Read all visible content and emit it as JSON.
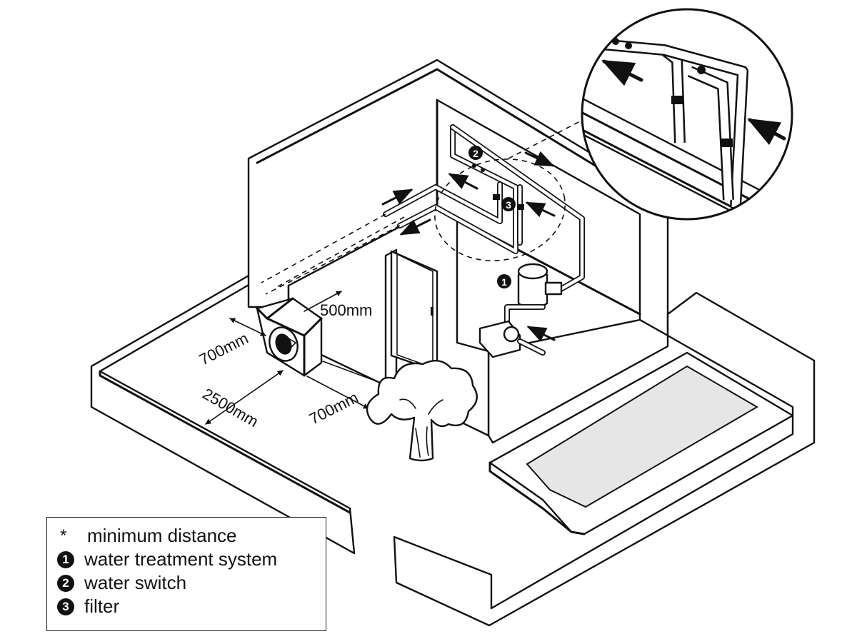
{
  "dimensions": {
    "front_clearance": "700mm",
    "top_clearance": "500mm",
    "side_clearance": "700mm",
    "wall_distance": "2500mm"
  },
  "markers": {
    "treatment": "1",
    "switch": "2",
    "filter": "3"
  },
  "legend": {
    "items": [
      {
        "mark": "*",
        "text": "minimum distance"
      },
      {
        "mark": "1",
        "text": "water treatment system"
      },
      {
        "mark": "2",
        "text": "water switch"
      },
      {
        "mark": "3",
        "text": "filter"
      }
    ]
  },
  "colors": {
    "line": "#111111",
    "pool_water": "#e6e6e6",
    "background": "#ffffff"
  }
}
